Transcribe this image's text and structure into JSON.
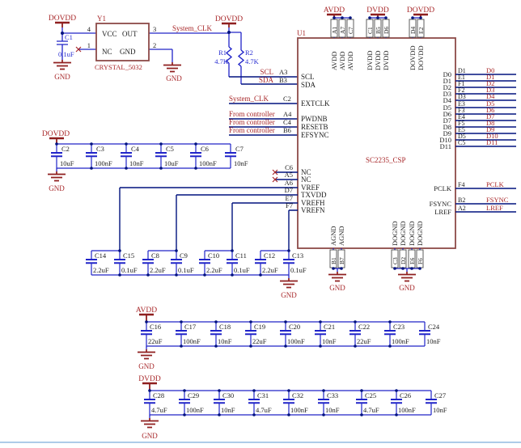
{
  "colors": {
    "wire": "#2024c8",
    "net": "#00127e",
    "power": "#8f1f1f",
    "chip_outline": "#8d4a48",
    "net_label": "#a8282a",
    "text": "#1c1c1c",
    "component_label": "#2a2fd2"
  },
  "nets": {
    "gnd": "GND",
    "dovdd": "DOVDD",
    "avdd": "AVDD",
    "dvdd": "DVDD",
    "system_clk": "System_CLK",
    "from_controller": "From controller"
  },
  "crystal": {
    "ref": "Y1",
    "part": "CRYSTAL_5032",
    "pins": [
      {
        "num": "4",
        "name": "VCC"
      },
      {
        "num": "3",
        "name": "OUT"
      },
      {
        "num": "1",
        "name": "NC"
      },
      {
        "num": "2",
        "name": "GND"
      }
    ]
  },
  "resistors": [
    {
      "ref": "R1",
      "value": "4.7K"
    },
    {
      "ref": "R2",
      "value": "4.7K"
    }
  ],
  "chip": {
    "ref": "U1",
    "part": "SC2235_CSP",
    "left_pins": [
      {
        "num": "A3",
        "name": "SCL",
        "net": "SCL"
      },
      {
        "num": "B3",
        "name": "SDA",
        "net": "SDA"
      },
      {
        "num": "C2",
        "name": "EXTCLK",
        "net": "System_CLK"
      },
      {
        "num": "A4",
        "name": "PWDNB",
        "net": "From controller"
      },
      {
        "num": "C4",
        "name": "RESETB",
        "net": "From controller"
      },
      {
        "num": "B6",
        "name": "EFSYNC",
        "net": "From controller"
      },
      {
        "num": "C6",
        "name": "NC"
      },
      {
        "num": "A5",
        "name": "NC"
      },
      {
        "num": "A6",
        "name": "VREF"
      },
      {
        "num": "D7",
        "name": "TXVDD"
      },
      {
        "num": "E7",
        "name": "VREFH"
      },
      {
        "num": "F7",
        "name": "VREFN"
      }
    ],
    "right_pins": [
      {
        "num": "D1",
        "name": "D0",
        "net": "D0"
      },
      {
        "num": "E1",
        "name": "D1",
        "net": "D1"
      },
      {
        "num": "F1",
        "name": "D2",
        "net": "D2"
      },
      {
        "num": "F2",
        "name": "D3",
        "net": "D3"
      },
      {
        "num": "D3",
        "name": "D4",
        "net": "D4"
      },
      {
        "num": "E3",
        "name": "D5",
        "net": "D5"
      },
      {
        "num": "F3",
        "name": "D6",
        "net": "D6"
      },
      {
        "num": "E4",
        "name": "D7",
        "net": "D7"
      },
      {
        "num": "F5",
        "name": "D8",
        "net": "D8"
      },
      {
        "num": "E5",
        "name": "D9",
        "net": "D9"
      },
      {
        "num": "D5",
        "name": "D10",
        "net": "D10"
      },
      {
        "num": "C5",
        "name": "D11",
        "net": "D11"
      },
      {
        "num": "F4",
        "name": "PCLK",
        "net": "PCLK"
      },
      {
        "num": "B2",
        "name": "FSYNC",
        "net": "FSYNC"
      },
      {
        "num": "A2",
        "name": "LREF",
        "net": "LREF"
      }
    ],
    "top_pins": [
      {
        "num": "A1",
        "name": "AVDD"
      },
      {
        "num": "A7",
        "name": "AVDD"
      },
      {
        "num": "C7",
        "name": "AVDD"
      },
      {
        "num": "C1",
        "name": "DVDD"
      },
      {
        "num": "B5",
        "name": "DVDD"
      },
      {
        "num": "D6",
        "name": "DVDD"
      },
      {
        "num": "D4",
        "name": "DOVDD"
      },
      {
        "num": "E2",
        "name": "DOVDD"
      }
    ],
    "bottom_pins": [
      {
        "num": "B1",
        "name": "AGND"
      },
      {
        "num": "B7",
        "name": "AGND"
      },
      {
        "num": "C3",
        "name": "DOGND"
      },
      {
        "num": "D2",
        "name": "DOGND"
      },
      {
        "num": "E6",
        "name": "DOGND"
      },
      {
        "num": "F6",
        "name": "DOGND"
      }
    ]
  },
  "capacitors": {
    "c1": {
      "ref": "C1",
      "value": "0.1uF"
    },
    "dovdd_row": [
      {
        "ref": "C2",
        "value": "10uF"
      },
      {
        "ref": "C3",
        "value": "100nF"
      },
      {
        "ref": "C4",
        "value": "10nF"
      },
      {
        "ref": "C5",
        "value": "10uF"
      },
      {
        "ref": "C6",
        "value": "100nF"
      },
      {
        "ref": "C7",
        "value": "10nF"
      }
    ],
    "vref_row": [
      {
        "ref": "C14",
        "value": "2.2uF"
      },
      {
        "ref": "C15",
        "value": "0.1uF"
      },
      {
        "ref": "C8",
        "value": "2.2uF"
      },
      {
        "ref": "C9",
        "value": "0.1uF"
      },
      {
        "ref": "C10",
        "value": "2.2uF"
      },
      {
        "ref": "C11",
        "value": "0.1uF"
      },
      {
        "ref": "C12",
        "value": "2.2uF"
      },
      {
        "ref": "C13",
        "value": "0.1uF"
      }
    ],
    "avdd_row": [
      {
        "ref": "C16",
        "value": "22uF"
      },
      {
        "ref": "C17",
        "value": "100nF"
      },
      {
        "ref": "C18",
        "value": "10nF"
      },
      {
        "ref": "C19",
        "value": "22uF"
      },
      {
        "ref": "C20",
        "value": "100nF"
      },
      {
        "ref": "C21",
        "value": "10nF"
      },
      {
        "ref": "C22",
        "value": "22uF"
      },
      {
        "ref": "C23",
        "value": "100nF"
      },
      {
        "ref": "C24",
        "value": "10nF"
      }
    ],
    "dvdd_row": [
      {
        "ref": "C28",
        "value": "4.7uF"
      },
      {
        "ref": "C29",
        "value": "100nF"
      },
      {
        "ref": "C30",
        "value": "10nF"
      },
      {
        "ref": "C31",
        "value": "4.7uF"
      },
      {
        "ref": "C32",
        "value": "100nF"
      },
      {
        "ref": "C33",
        "value": "10nF"
      },
      {
        "ref": "C25",
        "value": "4.7uF"
      },
      {
        "ref": "C26",
        "value": "100nF"
      },
      {
        "ref": "C27",
        "value": "10nF"
      }
    ]
  }
}
